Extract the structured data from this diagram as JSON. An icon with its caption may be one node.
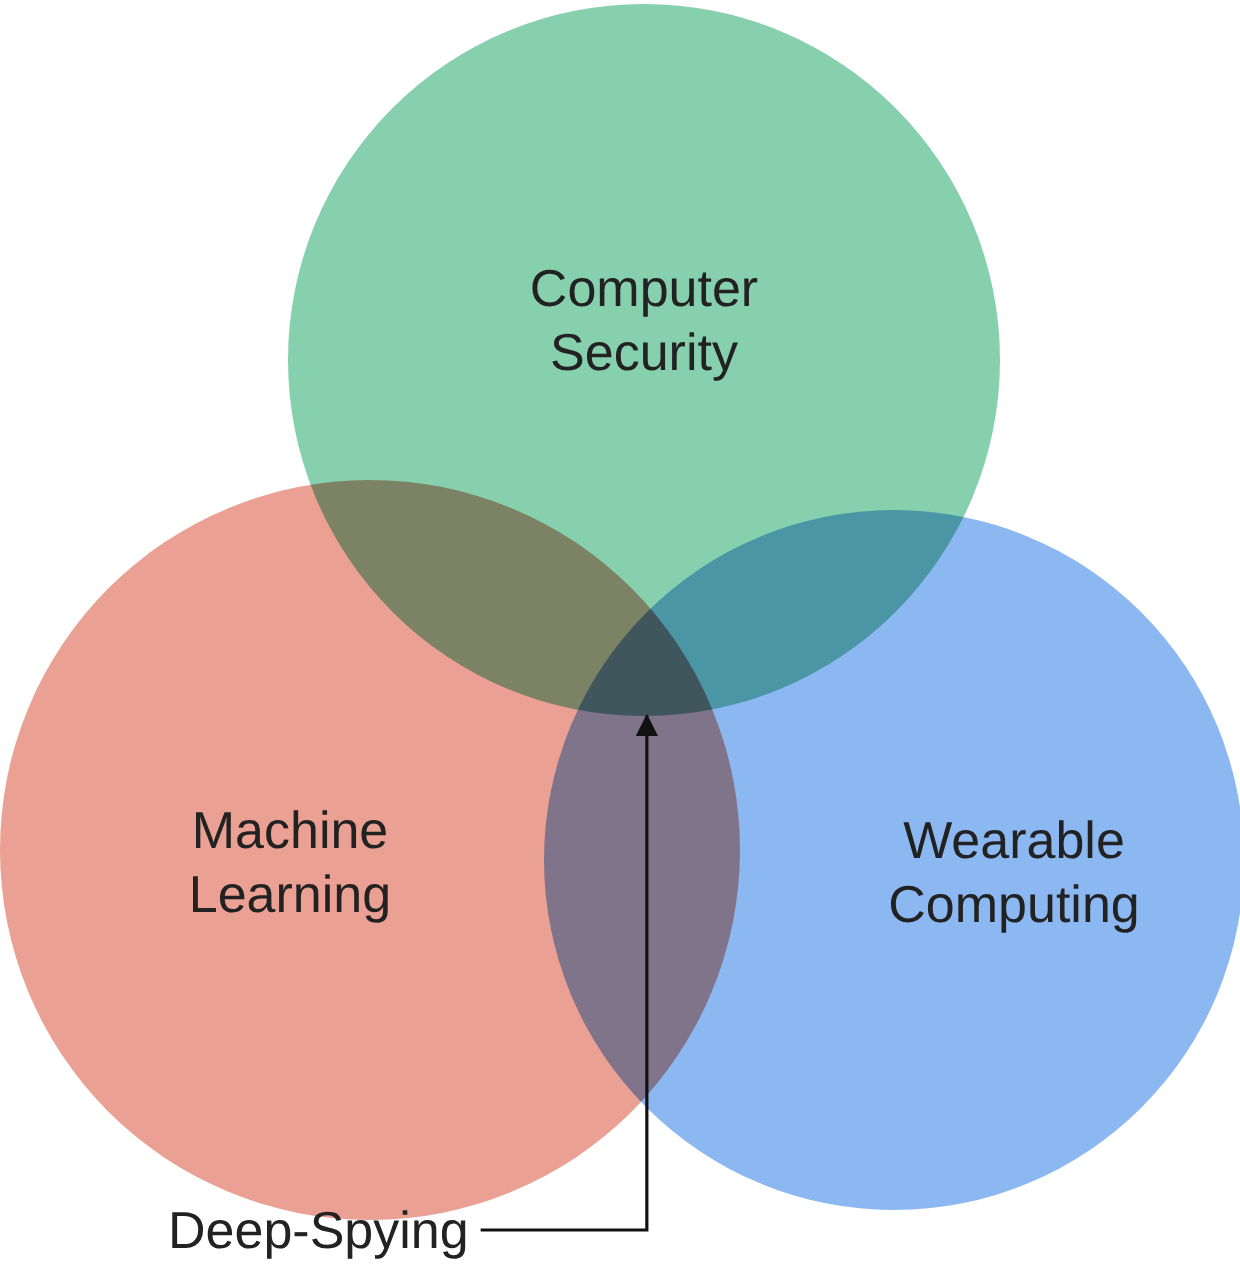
{
  "diagram": {
    "nodes": [
      {
        "text": [
          "Computer Security"
        ]
      },
      {
        "text": [
          "Machine Learning"
        ]
      },
      {
        "text": [
          "Wearable Computing"
        ]
      },
      {
        "text": [
          "Deep-Spying"
        ]
      },
      {
        "text": [],
        "shape": "region"
      }
    ],
    "edges": [
      {
        "from": 3,
        "to": 4,
        "arrow": "to"
      }
    ]
  }
}
